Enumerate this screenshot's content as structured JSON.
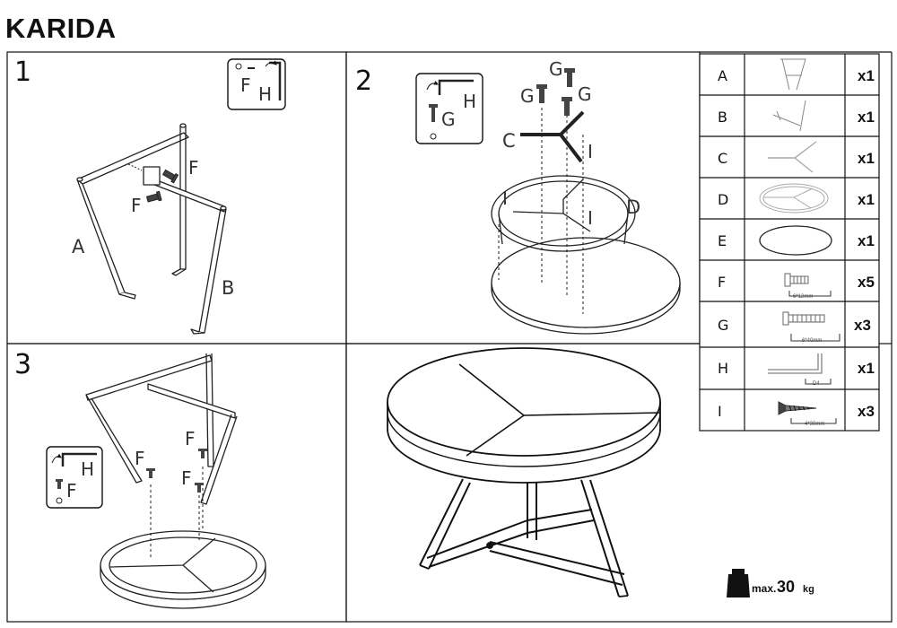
{
  "title": "KARIDA",
  "steps": [
    {
      "number": "1",
      "part_labels": {
        "a": "A",
        "b": "B"
      },
      "fastener_labels": [
        "F",
        "F"
      ],
      "tool_callout": {
        "fastener": "F",
        "tool": "H"
      }
    },
    {
      "number": "2",
      "part_labels": {
        "c": "C",
        "d": "D"
      },
      "fastener_labels": [
        "G",
        "G",
        "G"
      ],
      "screw_labels": [
        "I",
        "I",
        "I"
      ],
      "tool_callout": {
        "fastener": "G",
        "tool": "H"
      }
    },
    {
      "number": "3",
      "fastener_labels": [
        "F",
        "F",
        "F"
      ],
      "tool_callout": {
        "fastener": "F",
        "tool": "H"
      }
    }
  ],
  "parts_table": [
    {
      "letter": "A",
      "quantity": "x1"
    },
    {
      "letter": "B",
      "quantity": "x1"
    },
    {
      "letter": "C",
      "quantity": "x1"
    },
    {
      "letter": "D",
      "quantity": "x1"
    },
    {
      "letter": "E",
      "quantity": "x1"
    },
    {
      "letter": "F",
      "quantity": "x5",
      "size": "6*12mm"
    },
    {
      "letter": "G",
      "quantity": "x3",
      "size": "6*40mm"
    },
    {
      "letter": "H",
      "quantity": "x1",
      "size": "D4"
    },
    {
      "letter": "I",
      "quantity": "x3",
      "size": "4*30mm"
    }
  ],
  "max_load": {
    "prefix": "max.",
    "value": "30",
    "unit": "kg"
  }
}
